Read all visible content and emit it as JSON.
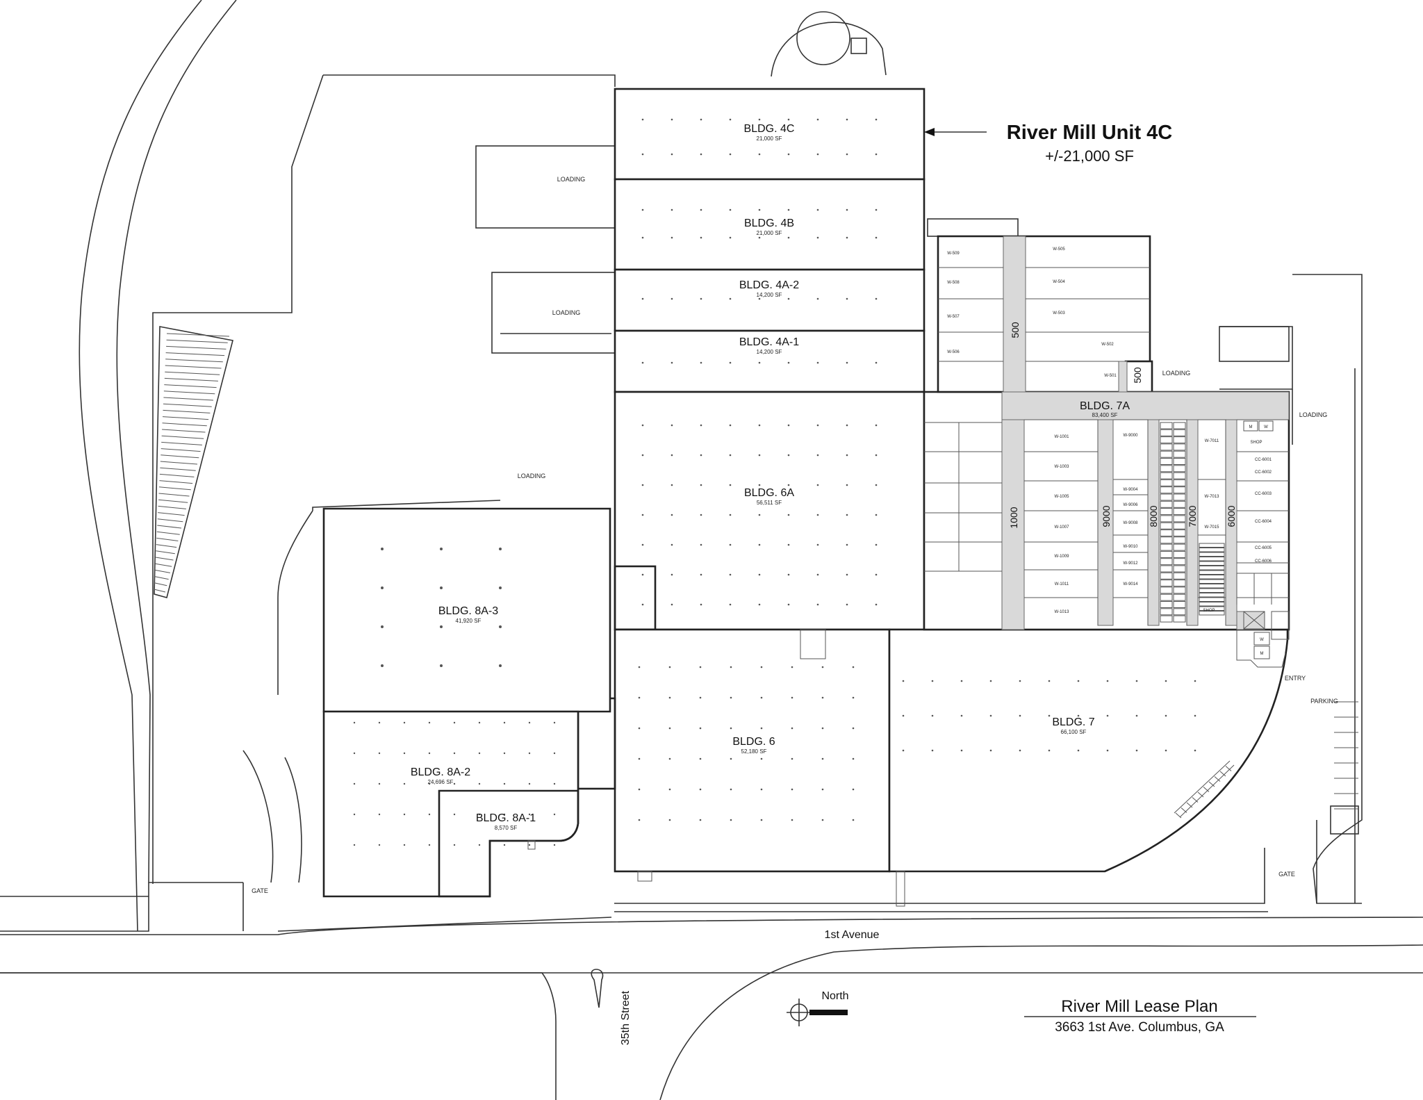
{
  "callout": {
    "title": "River Mill Unit 4C",
    "area": "+/-21,000 SF"
  },
  "plan_title": {
    "name": "River Mill Lease Plan",
    "address": "3663 1st Ave. Columbus, GA"
  },
  "north_label": "North",
  "roads": {
    "avenue": "1st Avenue",
    "street": "35th Street"
  },
  "buildings": {
    "b4c": {
      "name": "BLDG. 4C",
      "area": "21,000 SF",
      "highlight": "#f6f39a"
    },
    "b4b": {
      "name": "BLDG. 4B",
      "area": "21,000 SF"
    },
    "b4a2": {
      "name": "BLDG. 4A-2",
      "area": "14,200 SF"
    },
    "b4a1": {
      "name": "BLDG. 4A-1",
      "area": "14,200 SF"
    },
    "b6a": {
      "name": "BLDG. 6A",
      "area": "56,511 SF"
    },
    "b6": {
      "name": "BLDG. 6",
      "area": "52,180 SF"
    },
    "b7": {
      "name": "BLDG. 7",
      "area": "66,100 SF"
    },
    "b7a": {
      "name": "BLDG. 7A",
      "area": "83,400 SF"
    },
    "b8a3": {
      "name": "BLDG. 8A-3",
      "area": "41,920 SF"
    },
    "b8a2": {
      "name": "BLDG. 8A-2",
      "area": "24,696 SF"
    },
    "b8a1": {
      "name": "BLDG. 8A-1",
      "area": "8,570 SF"
    }
  },
  "labels": {
    "loading": "LOADING",
    "gate": "GATE",
    "entry": "ENTRY",
    "parking": "PARKING",
    "shop": "SHOP",
    "m": "M",
    "w": "W"
  },
  "corridor_numbers": {
    "c500a": "500",
    "c500b": "500",
    "c1000": "1000",
    "c9000": "9000",
    "c8000": "8000",
    "c7000": "7000",
    "c6000": "6000"
  },
  "units_500": [
    "W-509",
    "W-508",
    "W-507",
    "W-506",
    "W-505",
    "W-504",
    "W-503",
    "W-502",
    "W-501"
  ],
  "units_1000": [
    "W-1001",
    "W-1003",
    "W-1005",
    "W-1007",
    "W-1009",
    "W-1011",
    "W-1013"
  ],
  "units_9000": [
    "W-9000",
    "W-9004",
    "W-9006",
    "W-9008",
    "W-9010",
    "W-9012",
    "W-9014"
  ],
  "units_7000": [
    "W-7011",
    "W-7013",
    "W-7015"
  ],
  "units_6000": [
    "CC-6001",
    "CC-6002",
    "CC-6003",
    "CC-6004",
    "CC-6005",
    "CC-6006"
  ]
}
